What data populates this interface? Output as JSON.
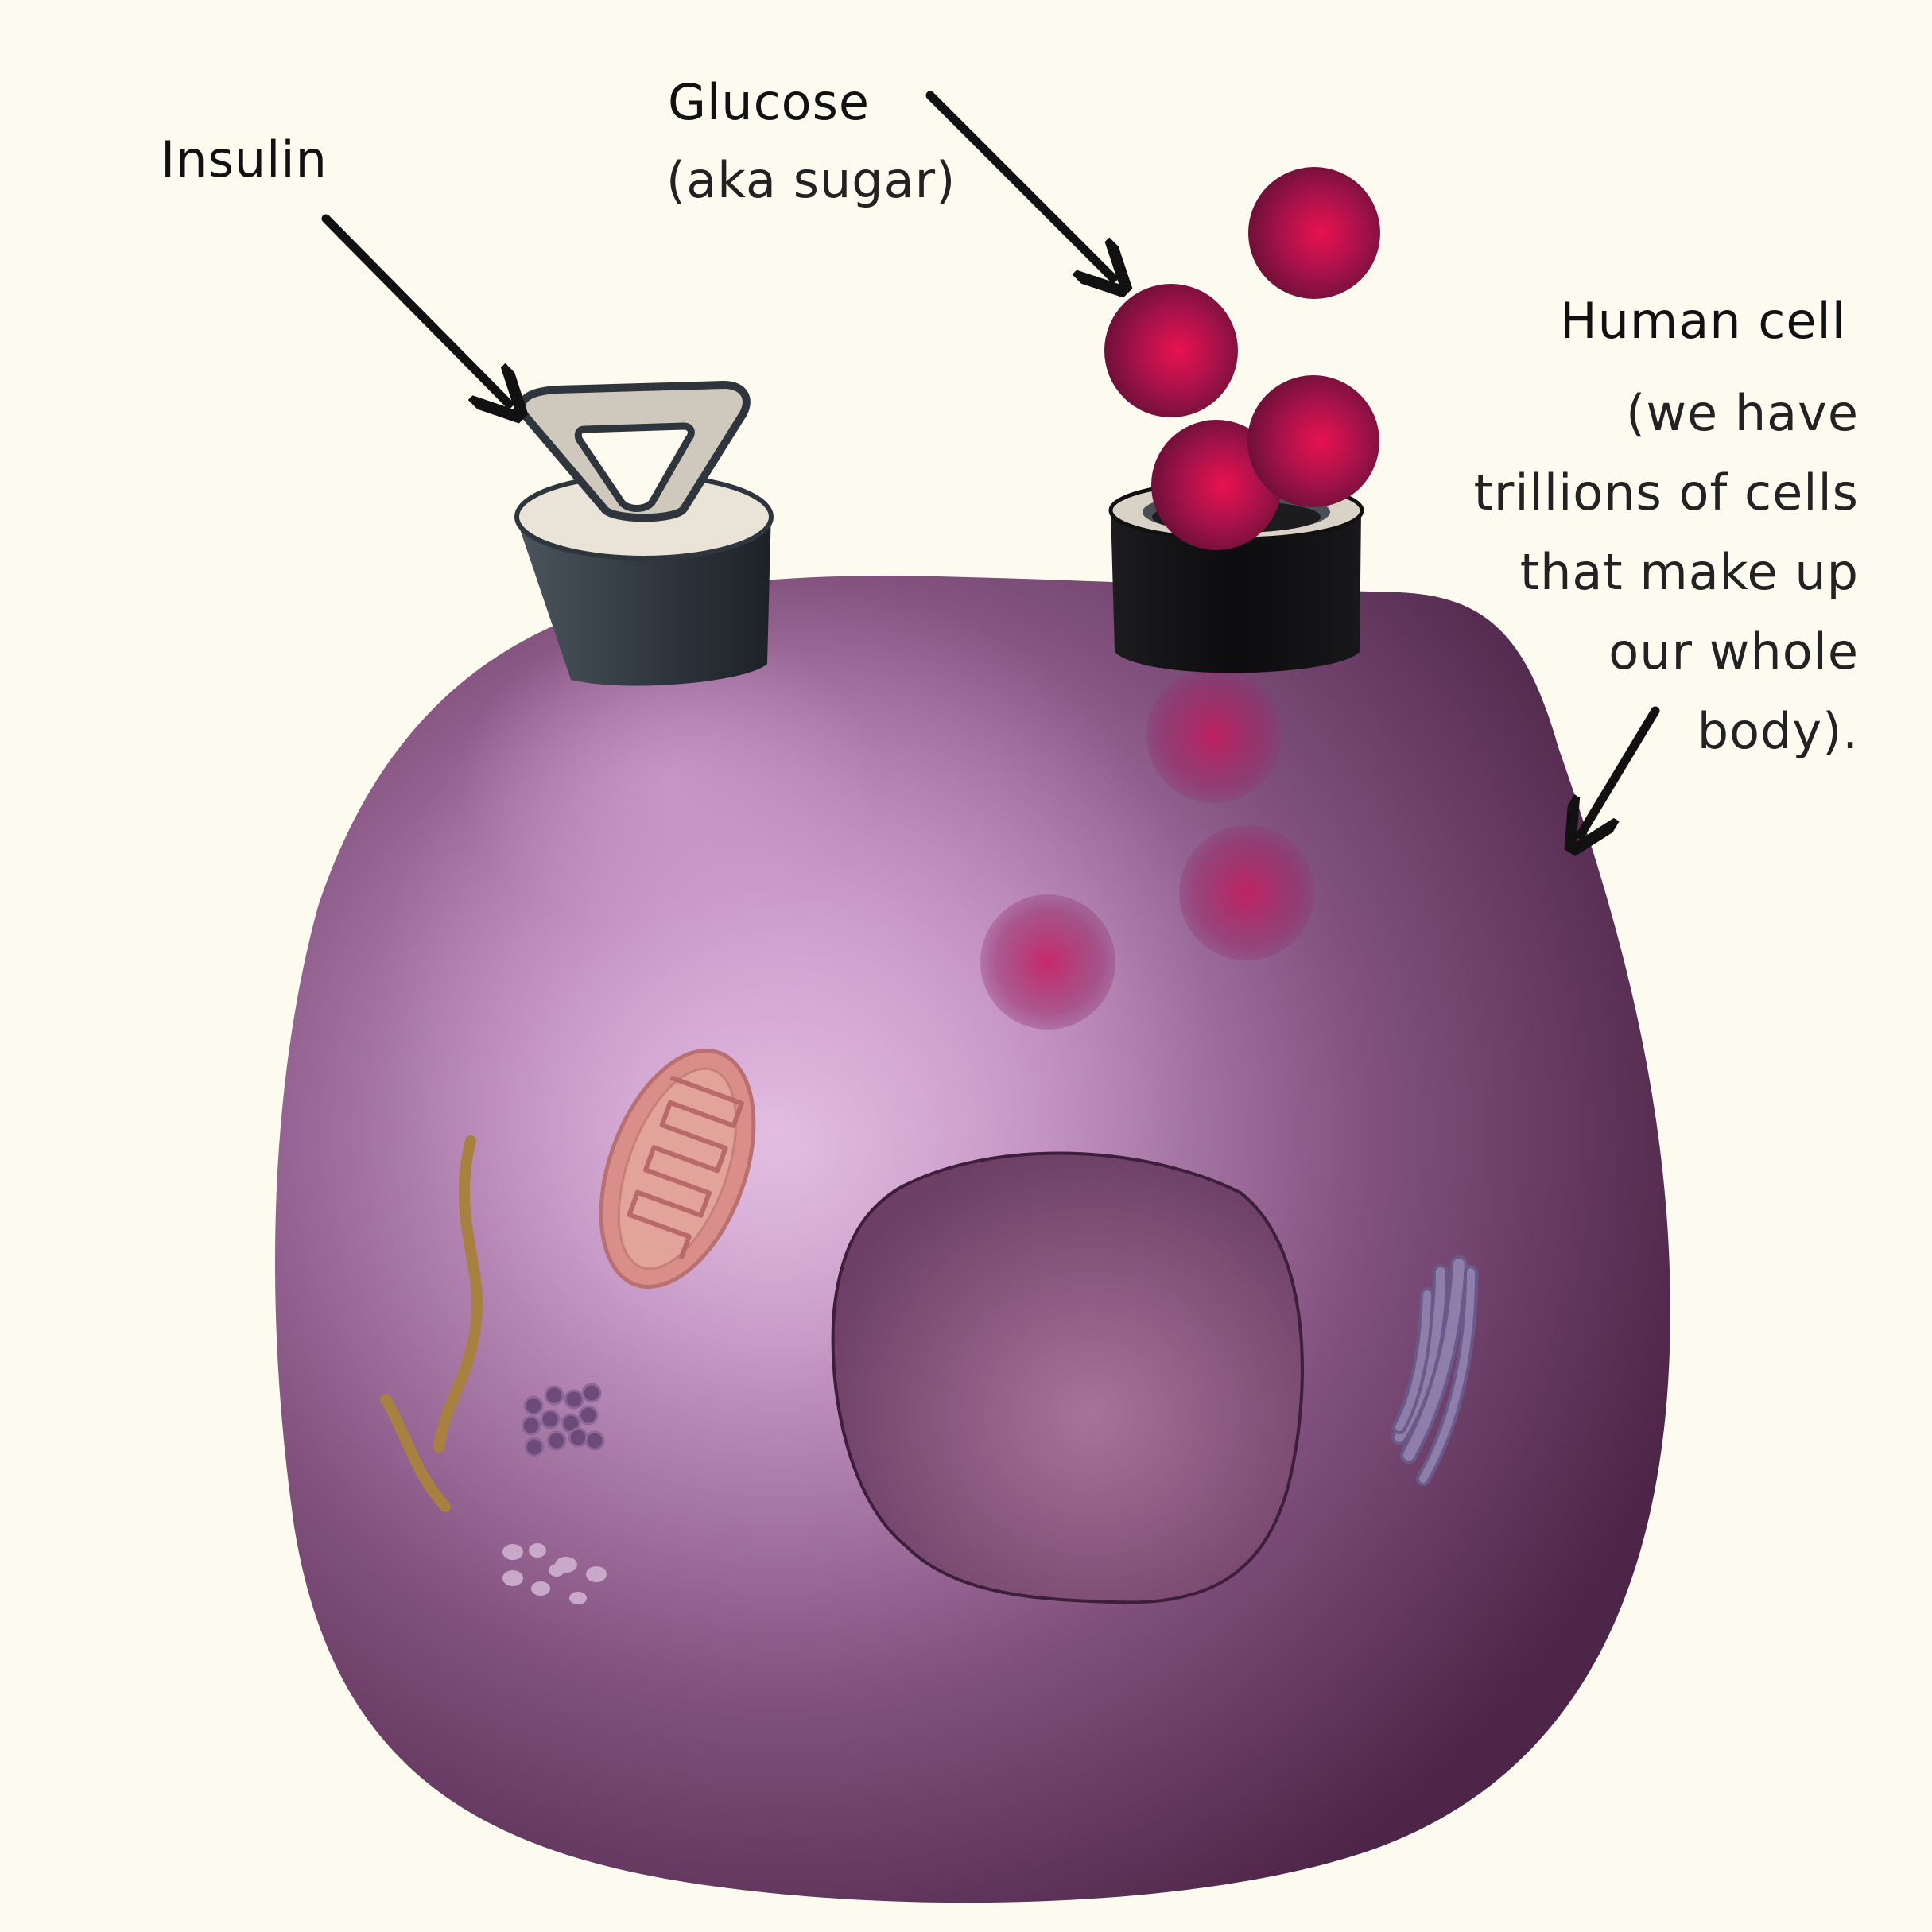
{
  "labels": {
    "insulin": "Insulin",
    "glucose": "Glucose",
    "glucose_sub": "(aka sugar)",
    "human_cell": "Human cell",
    "human_cell_desc": [
      "(we have",
      "trillions of cells",
      "that make up",
      "our whole",
      "body)."
    ]
  },
  "colors": {
    "background": "#fdfbef",
    "cell_dark": "#4d2548",
    "cell_light": "#e6c8e6",
    "glucose": "#e0124e",
    "receptor": "#2f353c",
    "arrow": "#111111"
  },
  "icons": {
    "insulin_receptor": "padlock-key-icon",
    "glucose_channel": "open-channel-icon",
    "glucose_molecule": "sphere-icon"
  }
}
